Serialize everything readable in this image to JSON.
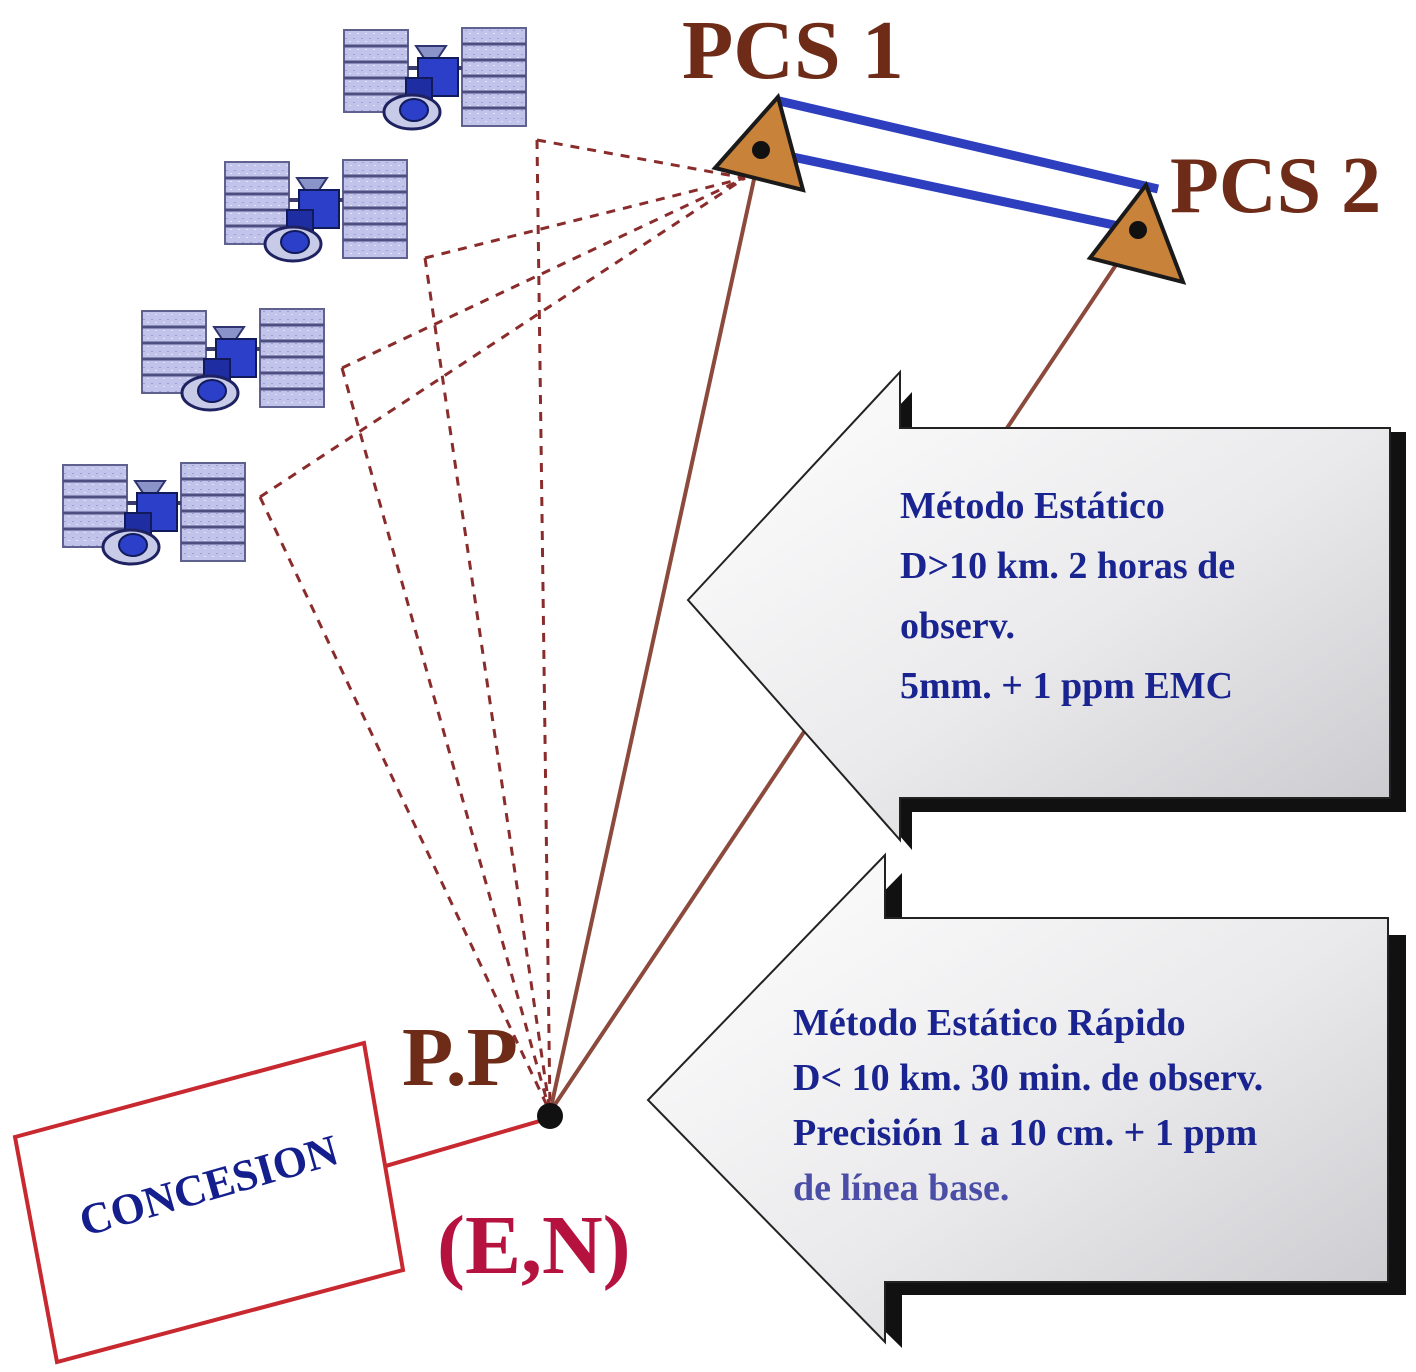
{
  "labels": {
    "pcs1": "PCS 1",
    "pcs2": "PCS 2",
    "pp": "P.P",
    "en": "(E,N)",
    "concesion": "CONCESION"
  },
  "methods": [
    {
      "lines": [
        "Método Estático",
        "D>10 km. 2 horas  de",
        "observ.",
        "5mm.  + 1 ppm  EMC"
      ]
    },
    {
      "lines": [
        "Método Estático Rápido",
        "D< 10 km. 30 min. de observ.",
        "Precisión 1 a 10 cm.  + 1 ppm",
        "de línea base."
      ]
    }
  ],
  "colors": {
    "label_brown": "#6e2b18",
    "en_red": "#b5123f",
    "method_text": "#1a2490",
    "baseline_blue": "#2d3fbf",
    "triangle_fill": "#c8823a",
    "dash": "#8a2c2c",
    "solid_line": "#8b4a3c",
    "concesion_border": "#c8282f",
    "concesion_text": "#141e8c",
    "satellite_panel": "#b7b9e6",
    "satellite_body": "#2c3fc8"
  },
  "icons": [
    "satellite-icon",
    "triangle-station-icon",
    "point-marker-icon"
  ]
}
